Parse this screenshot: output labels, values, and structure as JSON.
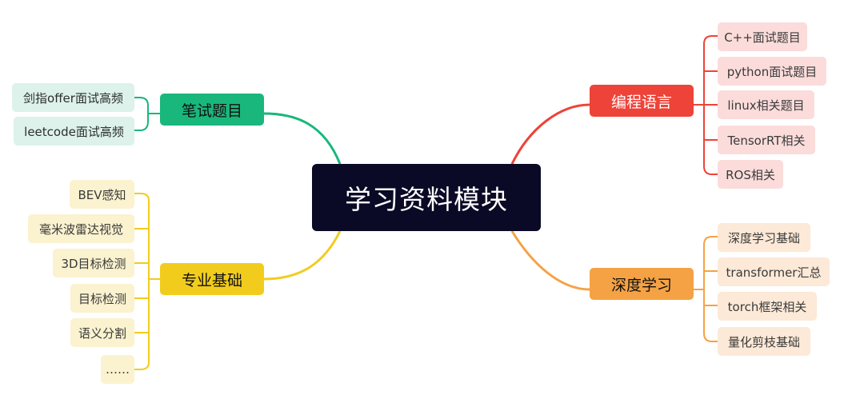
{
  "root": {
    "label": "学习资料模块"
  },
  "branches": {
    "written_test": {
      "label": "笔试题目",
      "color": "#19b77c",
      "items": [
        "剑指offer面试高频",
        "leetcode面试高频"
      ]
    },
    "fundamentals": {
      "label": "专业基础",
      "color": "#f2cc1d",
      "items": [
        "BEV感知",
        "毫米波雷达视觉",
        "3D目标检测",
        "目标检测",
        "语义分割",
        "……"
      ]
    },
    "programming": {
      "label": "编程语言",
      "color": "#ee4339",
      "items": [
        "C++面试题目",
        "python面试题目",
        "linux相关题目",
        "TensorRT相关",
        "ROS相关"
      ]
    },
    "deep_learning": {
      "label": "深度学习",
      "color": "#f5a244",
      "items": [
        "深度学习基础",
        "transformer汇总",
        "torch框架相关",
        "量化剪枝基础"
      ]
    }
  }
}
